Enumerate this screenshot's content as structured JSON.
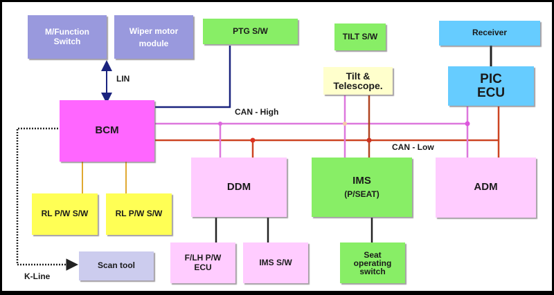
{
  "diagram": {
    "nodes": {
      "mfunction": "M/Function\nSwitch",
      "wiper": "Wiper motor\nmodule",
      "ptg": "PTG S/W",
      "tilt_sw": "TILT S/W",
      "tilt_tele": "Tilt &\nTelescope.",
      "receiver": "Receiver",
      "pic": "PIC\nECU",
      "bcm": "BCM",
      "ddm": "DDM",
      "ims": "IMS",
      "ims_sub": "(P/SEAT)",
      "adm": "ADM",
      "rl1": "RL P/W S/W",
      "rl2": "RL P/W S/W",
      "flh": "F/LH P/W\nECU",
      "ims_sw": "IMS S/W",
      "seat": "Seat\noperating\nswitch",
      "scan": "Scan tool"
    },
    "labels": {
      "lin": "LIN",
      "can_high": "CAN - High",
      "can_low": "CAN - Low",
      "k_line": "K-Line"
    },
    "colors": {
      "can_high": "#dd77dd",
      "can_low": "#cc4422",
      "lin": "#1a237e",
      "ptg_wire": "#1a237e",
      "bcm_output": "#e0a830",
      "black_link": "#222222",
      "k_line": "#222222"
    }
  }
}
